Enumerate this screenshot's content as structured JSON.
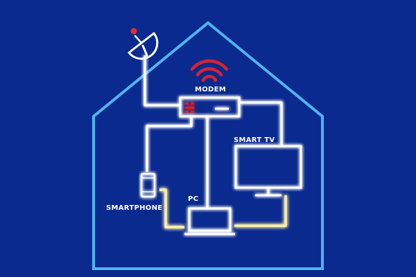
{
  "labels": {
    "modem": "MODEM",
    "smart_tv": "SMART TV",
    "smartphone": "SMARTPHONE",
    "pc": "PC"
  },
  "colors": {
    "background": "#0a2a8f",
    "house_outline": "#4fb4f0",
    "wired_link": "#ffffff",
    "wired_glow": "#bfe3ff",
    "usb_link": "#fff2a8",
    "usb_glow": "#f5e070",
    "wifi_signal": "#d8232a",
    "accent_dot": "#e03030"
  },
  "icons": [
    "satellite-dish-icon",
    "wifi-icon",
    "modem-icon",
    "smart-tv-icon",
    "smartphone-icon",
    "laptop-icon"
  ]
}
